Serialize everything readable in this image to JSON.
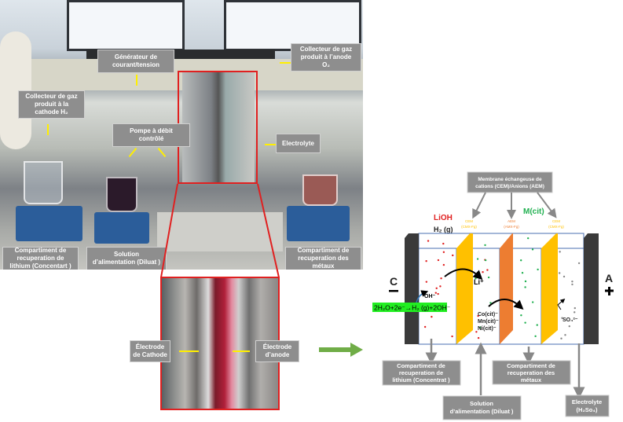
{
  "photo_labels": {
    "generator": "Générateur de\ncourant/tension",
    "anode_gas": "Collecteur de gaz\nproduit à l’anode\nO₂",
    "cathode_gas": "Collecteur de gaz\nproduit à la\ncathode H₂",
    "pump": "Pompe à débit\ncontrôlé",
    "electrolyte": "Electrolyte",
    "lithium_comp": "Compartiment de\nrecuperation de\nlithium (Concentart )",
    "feed": "Solution\nd’alimentation (Diluat )",
    "metals_comp": "Compartiment de\nrecuperation des\nmétaux",
    "cathode_electrode": "Électrode\nde Cathode",
    "anode_electrode": "Électrode\nd’anode"
  },
  "diagram": {
    "membrane_box": [
      "Membrane échangeuse de",
      "cations (CEM)/Anions  (AEM)"
    ],
    "lioh": "LiOH",
    "h2": "H₂ (g)",
    "mcit": "M(cit)",
    "cem1": [
      "CEM",
      "(CMX-Fg)"
    ],
    "aem": [
      "AEM",
      "(AMX-Fg)"
    ],
    "cem2": [
      "CEM",
      "(CMX-Fg)"
    ],
    "cathode": "C",
    "anode": "A",
    "oh": "OH⁻",
    "li": "Li⁺",
    "equation": "2H₂O+2e⁻→H₂ (g)+2OH⁻",
    "metals": [
      "Co(cit)⁻",
      "Mn(cit)⁻",
      "Ni(cit)⁻"
    ],
    "so4": "SO₄²⁻",
    "lithium_comp": [
      "Compartiment de",
      "recuperation de",
      "lithium (Concentrat )"
    ],
    "feed": [
      "Solution",
      "d’alimentation (Diluat )"
    ],
    "metals_comp": [
      "Compartiment de",
      "recuperation des",
      "métaux"
    ],
    "electrolyte": [
      "Electrolyte",
      "(H₂So₄)"
    ]
  },
  "colors": {
    "red": "#e02020",
    "green": "#20b050",
    "cem": "#ffc000",
    "aem": "#ed7d31",
    "arrow": "#70ad47"
  }
}
